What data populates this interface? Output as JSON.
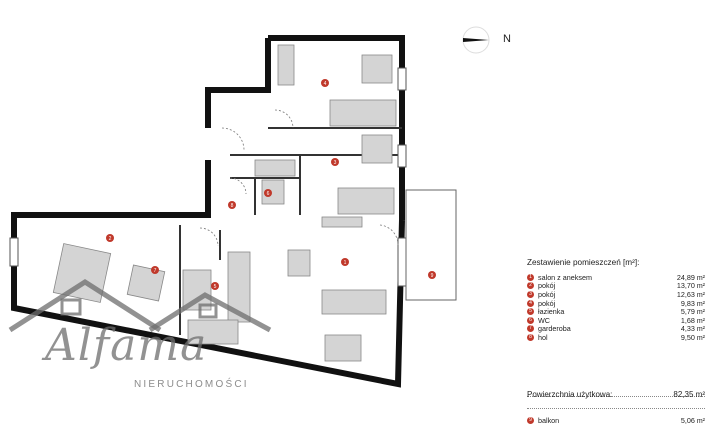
{
  "compass": {
    "label": "N"
  },
  "room_markers": [
    "1",
    "2",
    "3",
    "4",
    "5",
    "6",
    "7",
    "8",
    "9"
  ],
  "legend": {
    "title": "Zestawienie pomieszczeń [m²]:",
    "unit": "m²",
    "rooms": [
      {
        "num": "1",
        "name": "salon z aneksem",
        "value": "24,89"
      },
      {
        "num": "2",
        "name": "pokój",
        "value": "13,70"
      },
      {
        "num": "3",
        "name": "pokój",
        "value": "12,63"
      },
      {
        "num": "4",
        "name": "pokój",
        "value": "9,83"
      },
      {
        "num": "5",
        "name": "łazienka",
        "value": "5,79"
      },
      {
        "num": "6",
        "name": "WC",
        "value": "1,68"
      },
      {
        "num": "7",
        "name": "garderoba",
        "value": "4,33"
      },
      {
        "num": "8",
        "name": "hol",
        "value": "9,50"
      }
    ],
    "total_label": "Powierzchnia użytkowa:",
    "total_value": "82,35 m²",
    "balcony": {
      "num": "9",
      "name": "balkon",
      "value": "5,06"
    }
  },
  "watermark": {
    "brand": "Alfama",
    "sub": "NIERUCHOMOŚCI"
  },
  "colors": {
    "marker": "#c0392b",
    "wall": "#111111",
    "furniture": "#cfcfcf",
    "watermark": "#6e6e6e"
  }
}
